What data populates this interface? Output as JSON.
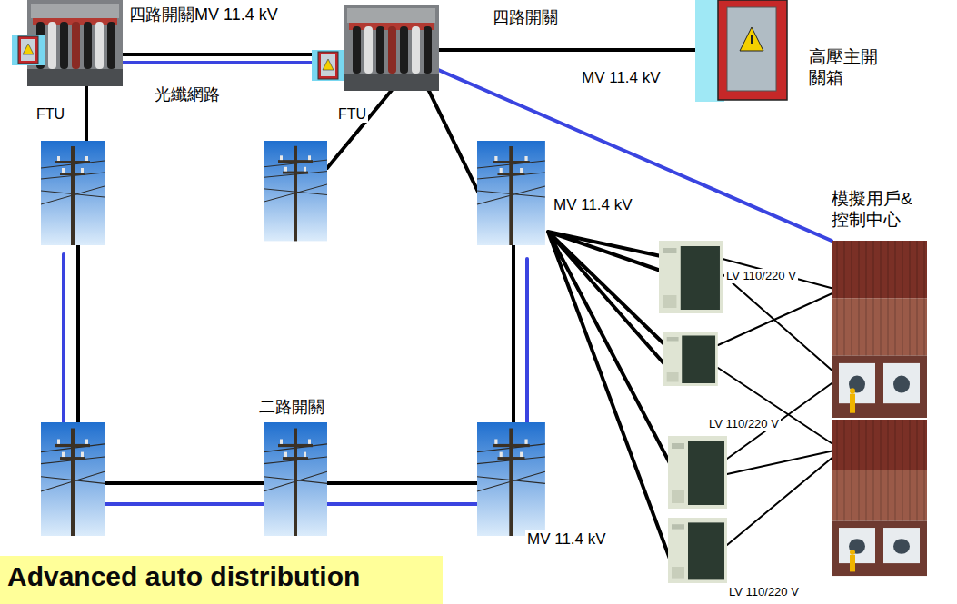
{
  "diagram": {
    "title": "Advanced auto distribution",
    "labels": [
      "四路開關MV 11.4 kV",
      "四路開關",
      "高壓主開 關箱",
      "MV 11.4 kV",
      "光纖網路",
      "FTU",
      "FTU",
      "MV 11.4 kV",
      "模擬用戶& 控制中心",
      "LV 110/220 V",
      "二路開關",
      "LV 110/220 V",
      "MV 11.4 kV",
      "LV 110/220 V"
    ]
  }
}
